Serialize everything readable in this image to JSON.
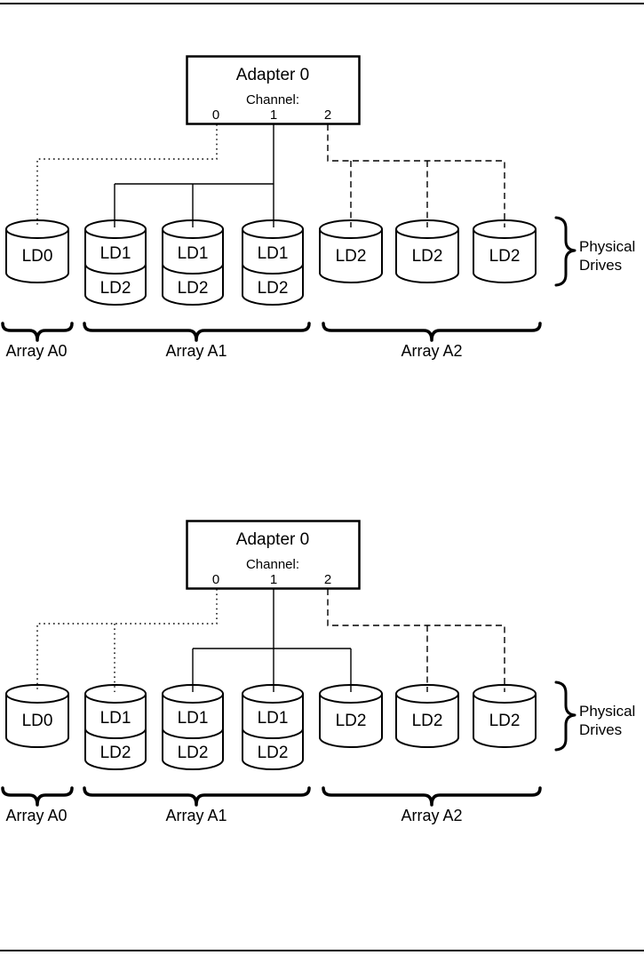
{
  "figure": {
    "top_diagram": {
      "adapter": {
        "title": "Adapter 0",
        "channel_label": "Channel:",
        "channels": [
          "0",
          "1",
          "2"
        ]
      },
      "drives": [
        {
          "labels": [
            "LD0"
          ]
        },
        {
          "labels": [
            "LD1",
            "LD2"
          ]
        },
        {
          "labels": [
            "LD1",
            "LD2"
          ]
        },
        {
          "labels": [
            "LD1",
            "LD2"
          ]
        },
        {
          "labels": [
            "LD2"
          ]
        },
        {
          "labels": [
            "LD2"
          ]
        },
        {
          "labels": [
            "LD2"
          ]
        }
      ],
      "arrays": [
        {
          "label": "Array A0"
        },
        {
          "label": "Array A1"
        },
        {
          "label": "Array A2"
        }
      ],
      "physical_drives": {
        "line1": "Physical",
        "line2": "Drives"
      },
      "connections": [
        {
          "channel": "0",
          "line_style": "dotted",
          "connected_drives": [
            "LD0"
          ]
        },
        {
          "channel": "1",
          "line_style": "solid",
          "connected_drives": [
            "LD1/LD2 #1",
            "LD1/LD2 #2",
            "LD1/LD2 #3"
          ]
        },
        {
          "channel": "2",
          "line_style": "dashed",
          "connected_drives": [
            "LD2 #1",
            "LD2 #2",
            "LD2 #3"
          ]
        }
      ]
    },
    "bottom_diagram": {
      "adapter": {
        "title": "Adapter 0",
        "channel_label": "Channel:",
        "channels": [
          "0",
          "1",
          "2"
        ]
      },
      "drives": [
        {
          "labels": [
            "LD0"
          ]
        },
        {
          "labels": [
            "LD1",
            "LD2"
          ]
        },
        {
          "labels": [
            "LD1",
            "LD2"
          ]
        },
        {
          "labels": [
            "LD1",
            "LD2"
          ]
        },
        {
          "labels": [
            "LD2"
          ]
        },
        {
          "labels": [
            "LD2"
          ]
        },
        {
          "labels": [
            "LD2"
          ]
        }
      ],
      "arrays": [
        {
          "label": "Array A0"
        },
        {
          "label": "Array A1"
        },
        {
          "label": "Array A2"
        }
      ],
      "physical_drives": {
        "line1": "Physical",
        "line2": "Drives"
      },
      "connections": [
        {
          "channel": "0",
          "line_style": "dotted",
          "connected_drives": [
            "LD0",
            "LD1/LD2 #1"
          ]
        },
        {
          "channel": "1",
          "line_style": "solid",
          "connected_drives": [
            "LD1/LD2 #2",
            "LD1/LD2 #3",
            "LD2 #1"
          ]
        },
        {
          "channel": "2",
          "line_style": "dashed",
          "connected_drives": [
            "LD2 #2",
            "LD2 #3"
          ]
        }
      ]
    }
  },
  "colors": {
    "ink": "#000000",
    "background": "#ffffff"
  }
}
